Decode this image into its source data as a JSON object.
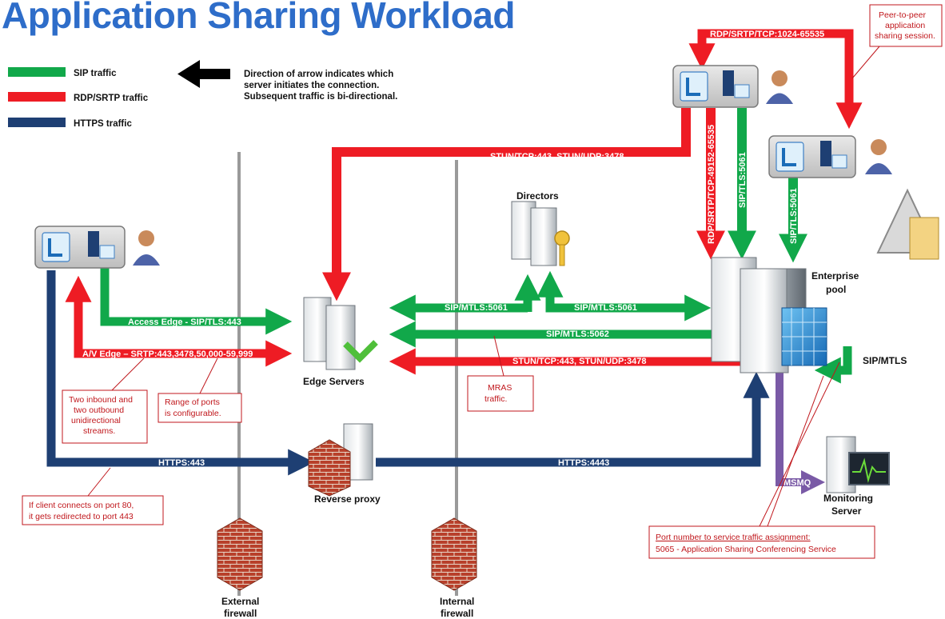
{
  "title": "Application Sharing Workload",
  "legend": {
    "items": [
      {
        "label": "SIP traffic",
        "color": "#11a84a"
      },
      {
        "label": "RDP/SRTP traffic",
        "color": "#ee1c24"
      },
      {
        "label": "HTTPS traffic",
        "color": "#1e3f73"
      }
    ],
    "arrow_note_line1": "Direction of arrow indicates which",
    "arrow_note_line2": "server initiates the connection.",
    "arrow_note_line3": "Subsequent traffic is bi-directional."
  },
  "colors": {
    "sip": "#11a84a",
    "rdp": "#ee1c24",
    "https": "#1e3f73",
    "msmq": "#7a5aa6",
    "callout": "#c0171c"
  },
  "nodes": {
    "directors": "Directors",
    "edge_servers": "Edge Servers",
    "enterprise_pool_line1": "Enterprise",
    "enterprise_pool_line2": "pool",
    "reverse_proxy": "Reverse proxy",
    "monitoring_line1": "Monitoring",
    "monitoring_line2": "Server",
    "external_fw_line1": "External",
    "external_fw_line2": "firewall",
    "internal_fw_line1": "Internal",
    "internal_fw_line2": "firewall"
  },
  "links": {
    "rdp_p2p": "RDP/SRTP/TCP:1024-65535",
    "stun_top": "STUN/TCP:443, STUN/UDP:3478",
    "rdp_pool": "RDP/SRTP/TCP:49152-65535",
    "sip_tls_1": "SIP/TLS:5061",
    "sip_tls_2": "SIP/TLS:5061",
    "access_edge": "Access Edge - SIP/TLS:443",
    "av_edge": "A/V Edge – SRTP:443,3478,50,000-59,999",
    "sip_mtls_dir_left": "SIP/MTLS:5061",
    "sip_mtls_dir_right": "SIP/MTLS:5061",
    "sip_mtls_5062": "SIP/MTLS:5062",
    "stun_bottom": "STUN/TCP:443, STUN/UDP:3478",
    "sip_mtls_loop": "SIP/MTLS",
    "https_443": "HTTPS:443",
    "https_4443": "HTTPS:4443",
    "msmq": "MSMQ"
  },
  "callouts": {
    "p2p_line1": "Peer-to-peer",
    "p2p_line2": "application",
    "p2p_line3": "sharing session.",
    "streams_line1": "Two inbound and",
    "streams_line2": "two outbound",
    "streams_line3": "unidirectional",
    "streams_line4": "streams.",
    "ports_line1": "Range of ports",
    "ports_line2": "is configurable.",
    "mras_line1": "MRAS",
    "mras_line2": "traffic.",
    "port80_line1": "If client connects on port 80,",
    "port80_line2": "it gets redirected to port 443",
    "svc_line1": "Port number to service traffic assignment:",
    "svc_line2": "5065 - Application Sharing Conferencing Service"
  }
}
